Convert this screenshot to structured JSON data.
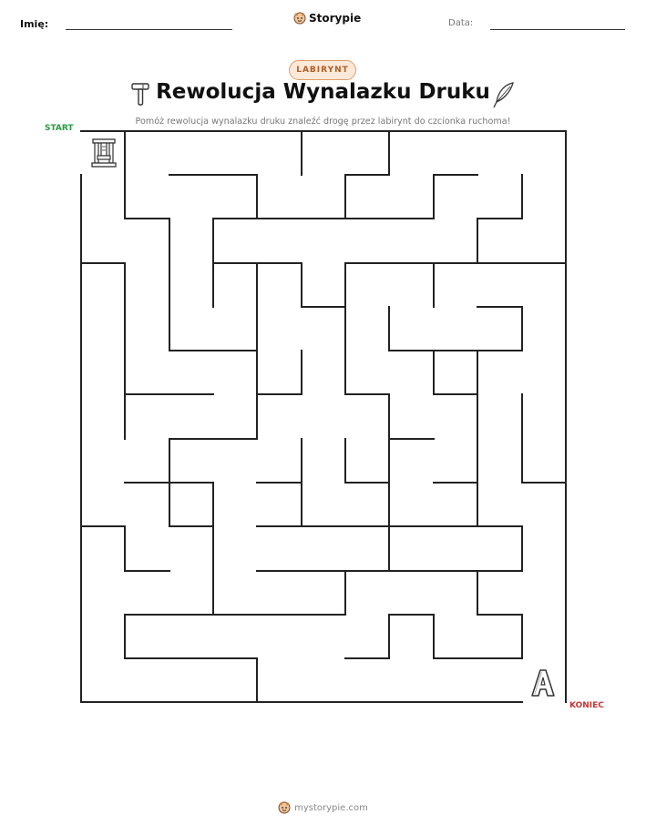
{
  "header": {
    "name_label": "Imię:",
    "date_label": "Data:",
    "brand": "Storypie"
  },
  "badge": "LABIRYNT",
  "title": "Rewolucja Wynalazku Druku",
  "subtitle": "Pomóż rewolucja wynalazku druku znaleźć drogę przez labirynt do czcionka ruchoma!",
  "maze": {
    "start_label": "START",
    "end_label": "KONIEC"
  },
  "icons": {
    "left_title": "hammer-icon",
    "right_title": "quill-icon",
    "start": "printing-press-icon",
    "end": "movable-type-letter-icon"
  },
  "colors": {
    "start": "#2a9a45",
    "end": "#cc3333",
    "badge_border": "#e19a66",
    "badge_fill": "#fde9d9"
  },
  "footer": "mystorypie.com"
}
